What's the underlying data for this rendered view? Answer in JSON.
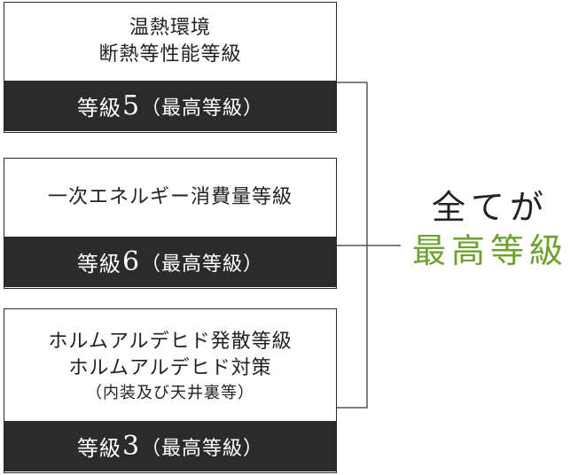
{
  "colors": {
    "accent_green": "#6fa030",
    "dark_band": "#2b2b2b",
    "text": "#222222"
  },
  "cards": [
    {
      "lines": [
        "温熱環境",
        "断熱等性能等級"
      ],
      "grade_prefix": "等級",
      "grade_number": "5",
      "grade_note": "（最高等級）"
    },
    {
      "lines": [
        "一次エネルギー消費量等級"
      ],
      "grade_prefix": "等級",
      "grade_number": "6",
      "grade_note": "（最高等級）"
    },
    {
      "lines": [
        "ホルムアルデヒド発散等級",
        "ホルムアルデヒド対策",
        "（内装及び天井裏等）"
      ],
      "grade_prefix": "等級",
      "grade_number": "3",
      "grade_note": "（最高等級）"
    }
  ],
  "summary": {
    "line_1": "全てが",
    "line_2": "最高等級"
  }
}
